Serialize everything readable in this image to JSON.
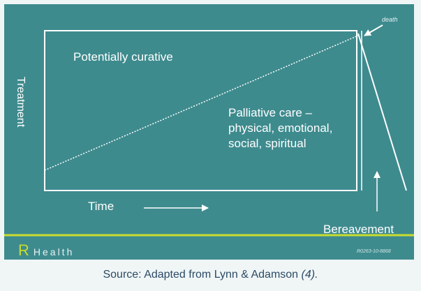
{
  "diagram": {
    "y_axis_label": "Treatment",
    "curative_label": "Potentially curative",
    "palliative_lines": [
      "Palliative care –",
      "physical, emotional,",
      "social, spiritual"
    ],
    "time_label": "Time",
    "death_label": "death",
    "bereavement_label": "Bereavement",
    "brand_letter": "R",
    "brand_name": "Health",
    "slide_code": "R0263-10-8868"
  },
  "caption": {
    "text": "Source: Adapted from Lynn & Adamson ",
    "reference": "(4)."
  },
  "colors": {
    "background": "#3e8b8e",
    "lines": "#ffffff",
    "divider": "#c9dc2e",
    "caption_text": "#2c4a66"
  }
}
